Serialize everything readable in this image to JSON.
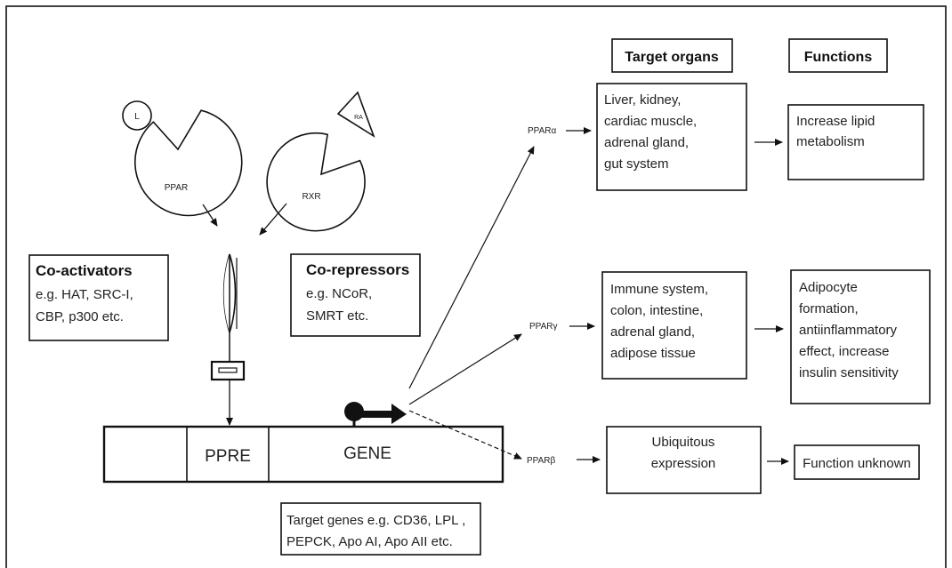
{
  "ligands": {
    "ppar_ligand": "L",
    "rxr_ligand": "RA"
  },
  "receptors": {
    "ppar": "PPAR",
    "rxr": "RXR"
  },
  "coactivators": {
    "title": "Co-activators",
    "lines": [
      "e.g. HAT, SRC-I,",
      "CBP, p300 etc."
    ]
  },
  "corepressors": {
    "title": "Co-repressors",
    "lines": [
      "e.g. NCoR,",
      "SMRT etc."
    ]
  },
  "dna": {
    "ppre": "PPRE",
    "gene": "GENE"
  },
  "target_genes": {
    "lines": [
      "Target genes e.g. CD36, LPL ,",
      "PEPCK, Apo AI, Apo AII etc."
    ]
  },
  "headers": {
    "target_organs": "Target organs",
    "functions": "Functions"
  },
  "isoforms": [
    {
      "label": "PPARα",
      "organs": [
        "Liver,  kidney,",
        "cardiac muscle,",
        "adrenal gland,",
        "gut system"
      ],
      "function": [
        "Increase lipid",
        "metabolism"
      ]
    },
    {
      "label": "PPARγ",
      "organs": [
        "Immune system,",
        "colon, intestine,",
        "adrenal  gland,",
        "adipose tissue"
      ],
      "function": [
        "Adipocyte",
        "formation,",
        "antiinflammatory",
        "effect, increase",
        "insulin sensitivity"
      ]
    },
    {
      "label": "PPARβ",
      "organs": [
        "Ubiquitous",
        "expression"
      ],
      "function": [
        "Function unknown"
      ]
    }
  ]
}
